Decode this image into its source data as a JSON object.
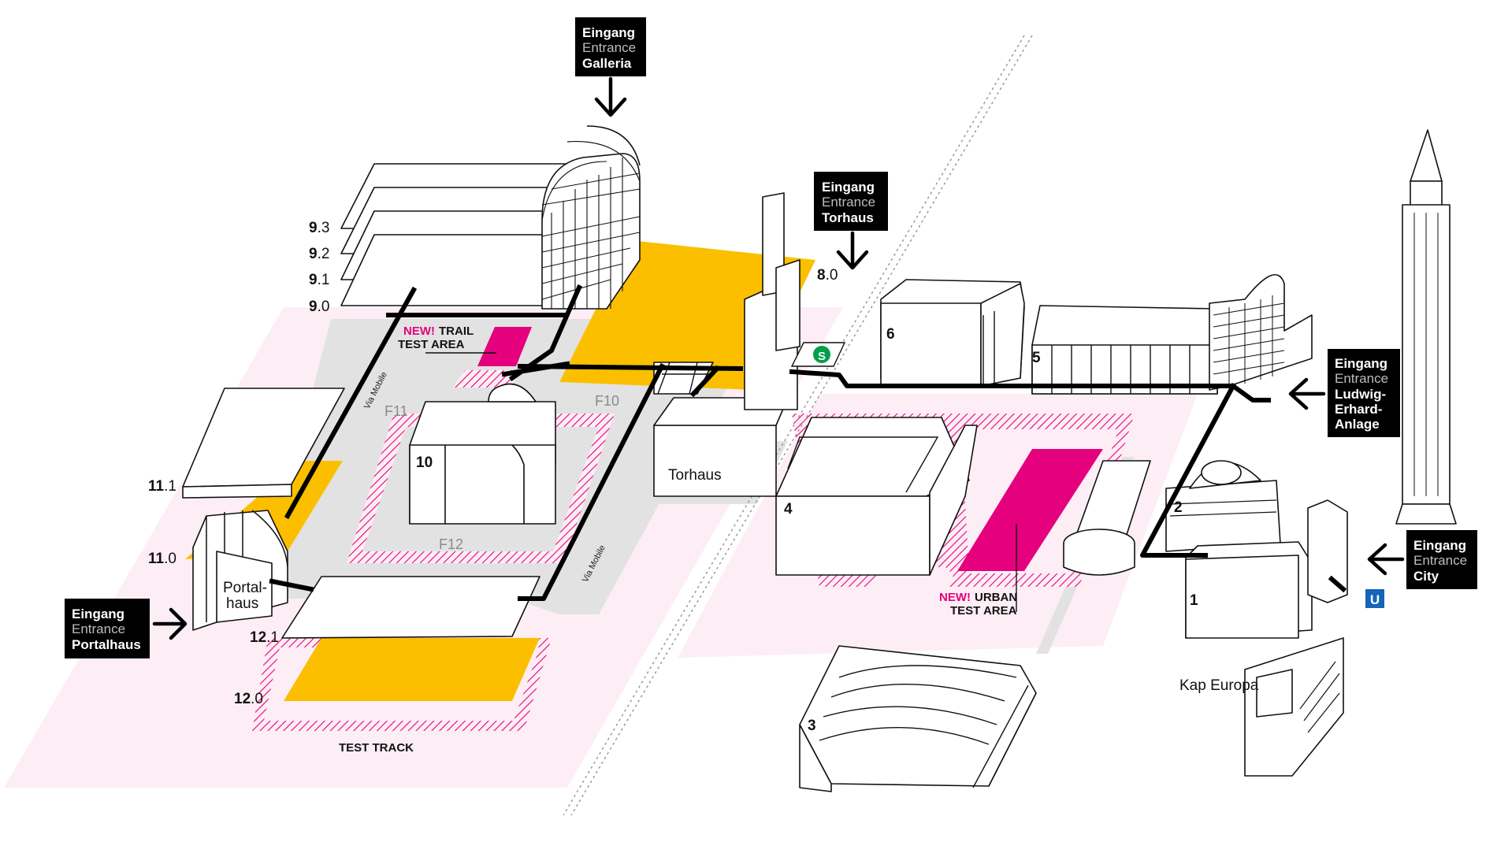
{
  "entrances": {
    "galleria": {
      "de": "Eingang",
      "en": "Entrance",
      "name": "Galleria"
    },
    "torhaus": {
      "de": "Eingang",
      "en": "Entrance",
      "name": "Torhaus"
    },
    "ludwig": {
      "de": "Eingang",
      "en": "Entrance",
      "name_lines": [
        "Ludwig-",
        "Erhard-",
        "Anlage"
      ]
    },
    "city": {
      "de": "Eingang",
      "en": "Entrance",
      "name": "City"
    },
    "portalhaus": {
      "de": "Eingang",
      "en": "Entrance",
      "name": "Portalhaus"
    }
  },
  "levels": {
    "l93": {
      "major": "9",
      "minor": ".3"
    },
    "l92": {
      "major": "9",
      "minor": ".2"
    },
    "l91": {
      "major": "9",
      "minor": ".1"
    },
    "l90": {
      "major": "9",
      "minor": ".0"
    },
    "l80": {
      "major": "8",
      "minor": ".0"
    },
    "l111": {
      "major": "11",
      "minor": ".1"
    },
    "l110": {
      "major": "11",
      "minor": ".0"
    },
    "l121": {
      "major": "12",
      "minor": ".1"
    },
    "l120": {
      "major": "12",
      "minor": ".0"
    }
  },
  "halls": {
    "h1": "1",
    "h2": "2",
    "h3": "3",
    "h4": "4",
    "h5": "5",
    "h6": "6",
    "h10": "10"
  },
  "areas": {
    "f10": "F10",
    "f11": "F11",
    "f12": "F12"
  },
  "buildings": {
    "torhaus": "Torhaus",
    "portalhaus_lines": [
      "Portal-",
      "haus"
    ],
    "kap_europa": "Kap Europa"
  },
  "via_mobile": "Via Mobile",
  "trail": {
    "new": "NEW!",
    "line1": "TRAIL",
    "line2": "TEST AREA"
  },
  "urban": {
    "new": "NEW!",
    "line1": "URBAN",
    "line2": "TEST AREA"
  },
  "test_track": "TEST TRACK",
  "transit": {
    "sbahn": "S",
    "ubahn": "U"
  },
  "colors": {
    "pink": "#e5007d",
    "yellow": "#fbbf00",
    "light_pink": "#fdeef5",
    "gray": "#e2e2e2",
    "sbahn_green": "#00a04a",
    "ubahn_blue": "#1565b8"
  }
}
